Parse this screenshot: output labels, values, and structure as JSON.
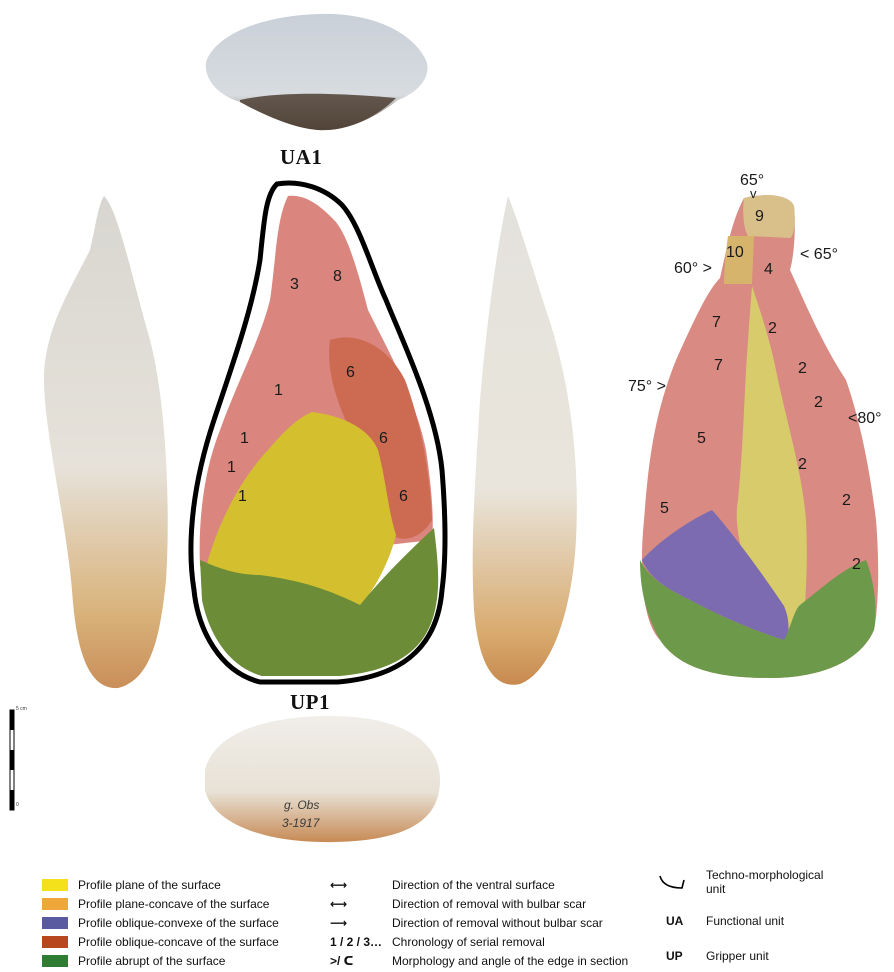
{
  "labels": {
    "top_unit": "UA1",
    "bottom_unit": "UP1"
  },
  "scale": {
    "top": "5 cm",
    "bottom": "0"
  },
  "inscription": {
    "line1": "g. Obs",
    "line2": "3-1917"
  },
  "center_numbers": [
    "3",
    "8",
    "1",
    "6",
    "1",
    "6",
    "1",
    "1",
    "6"
  ],
  "right_numbers": [
    "9",
    "10",
    "4",
    "7",
    "2",
    "7",
    "2",
    "2",
    "5",
    "2",
    "5",
    "2",
    "2"
  ],
  "angles": {
    "a65_top": "65°",
    "a60": "60°",
    "a65_right": "65°",
    "a75": "75°",
    "a80": "80°"
  },
  "colors": {
    "yellow": "#f5e11b",
    "light_orange": "#f0a73a",
    "purple": "#5a5aa0",
    "red_brown": "#b8471d",
    "green": "#2f7d32"
  },
  "legend": {
    "col1": [
      {
        "color": "#f5e11b",
        "label": "Profile plane of the surface"
      },
      {
        "color": "#f0a73a",
        "label": "Profile plane-concave of the surface"
      },
      {
        "color": "#5a5aa0",
        "label": "Profile oblique-convexe of the surface"
      },
      {
        "color": "#b8471d",
        "label": "Profile oblique-concave of the surface"
      },
      {
        "color": "#2f7d32",
        "label": "Profile abrupt of the surface"
      }
    ],
    "col2": [
      {
        "symbol": "⟷",
        "label": "Direction of the ventral surface"
      },
      {
        "symbol": "⟷",
        "label": "Direction of removal with bulbar scar"
      },
      {
        "symbol": "⟶",
        "label": "Direction of removal without bulbar scar"
      },
      {
        "symbol": "1 / 2 / 3…",
        "label": "Chronology of serial removal"
      },
      {
        "symbol": ">/ ᑕ",
        "label": "Morphology and angle of the edge in section"
      }
    ],
    "col3": [
      {
        "symbol": "",
        "label": "Techno-morphological unit"
      },
      {
        "symbol": "UA",
        "label": "Functional unit"
      },
      {
        "symbol": "UP",
        "label": "Gripper unit"
      }
    ]
  }
}
